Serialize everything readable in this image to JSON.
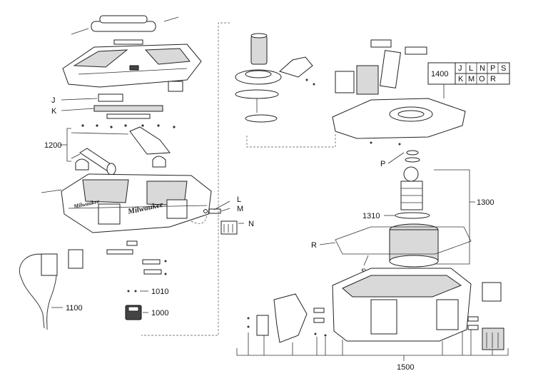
{
  "labels": {
    "j": "J",
    "k": "K",
    "l": "L",
    "m": "M",
    "n": "N",
    "p": "P",
    "r": "R",
    "s": "S",
    "p1000": "1000",
    "p1010": "1010",
    "p1100": "1100",
    "p1200": "1200",
    "p1300": "1300",
    "p1310": "1310",
    "p1400": "1400",
    "p1500": "1500"
  },
  "kit_table": {
    "row1": [
      "J",
      "L",
      "N",
      "P",
      "S"
    ],
    "row2": [
      "K",
      "M",
      "O",
      "R"
    ]
  },
  "brand_logo_text": "Milwaukee"
}
